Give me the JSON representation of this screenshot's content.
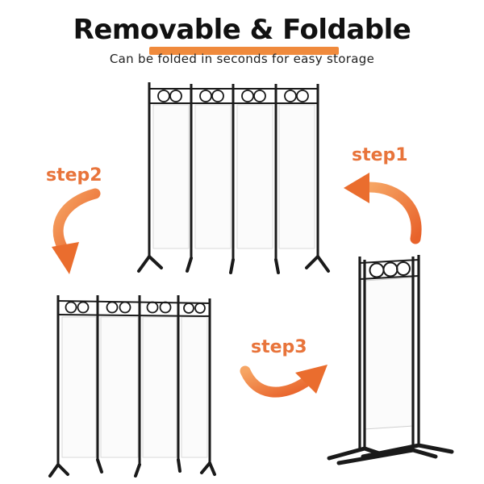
{
  "title": "Removable & Foldable",
  "subtitle": "Can be folded in seconds for easy storage",
  "steps": {
    "step1": "step1",
    "step2": "step2",
    "step3": "step3"
  },
  "colors": {
    "accent": "#f08a3c",
    "arrow": "#ef7f35",
    "frame": "#1a1a1a",
    "fabric": "#ffffff"
  }
}
